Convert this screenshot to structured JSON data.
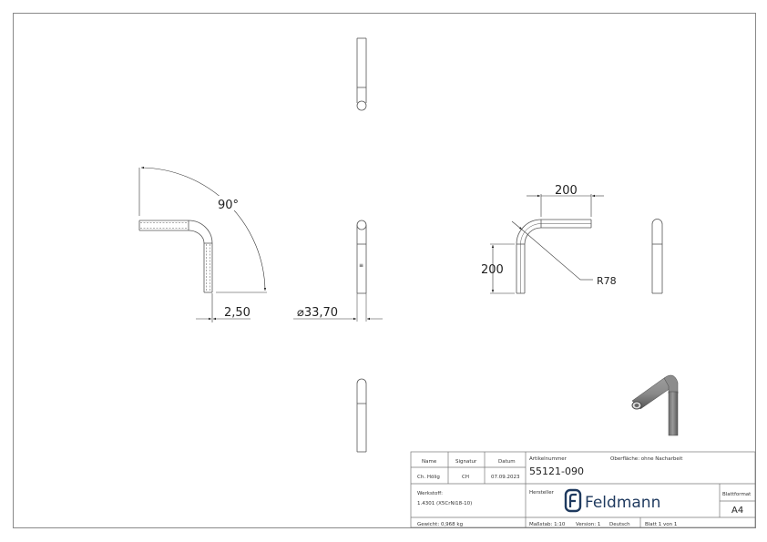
{
  "sheet": {
    "border_color": "#8a8a8a",
    "line_color": "#555555"
  },
  "views": {
    "front_left": {
      "angle_label": "90°",
      "wall_label": "2,50"
    },
    "side_center": {
      "diameter_label": "⌀33,70",
      "marker_label": "≡"
    },
    "front_right": {
      "horizontal_length_label": "200",
      "vertical_length_label": "200",
      "radius_label": "R78"
    }
  },
  "title_block": {
    "name_header": "Name",
    "signature_header": "Signatur",
    "date_header": "Datum",
    "name_value": "Ch. Hölig",
    "signature_value": "CH",
    "date_value": "07.09.2023",
    "material_label": "Werkstoff:",
    "material_value": "1.4301 (X5CrNi18-10)",
    "weight": "Gewicht: 0,968 kg",
    "article_number_label": "Artikelnummer",
    "article_number_value": "55121-090",
    "surface": "Oberfläche:  ohne Nacharbeit",
    "manufacturer_label": "Hersteller",
    "brand_name": "Feldmann",
    "brand_color": "#1f3a5f",
    "sheet_format_label": "Blattformat",
    "sheet_format_value": "A4",
    "scale": "Maßstab: 1:10",
    "version": "Version: 1",
    "language": "Deutsch",
    "sheet_count": "Blatt 1 von 1"
  }
}
